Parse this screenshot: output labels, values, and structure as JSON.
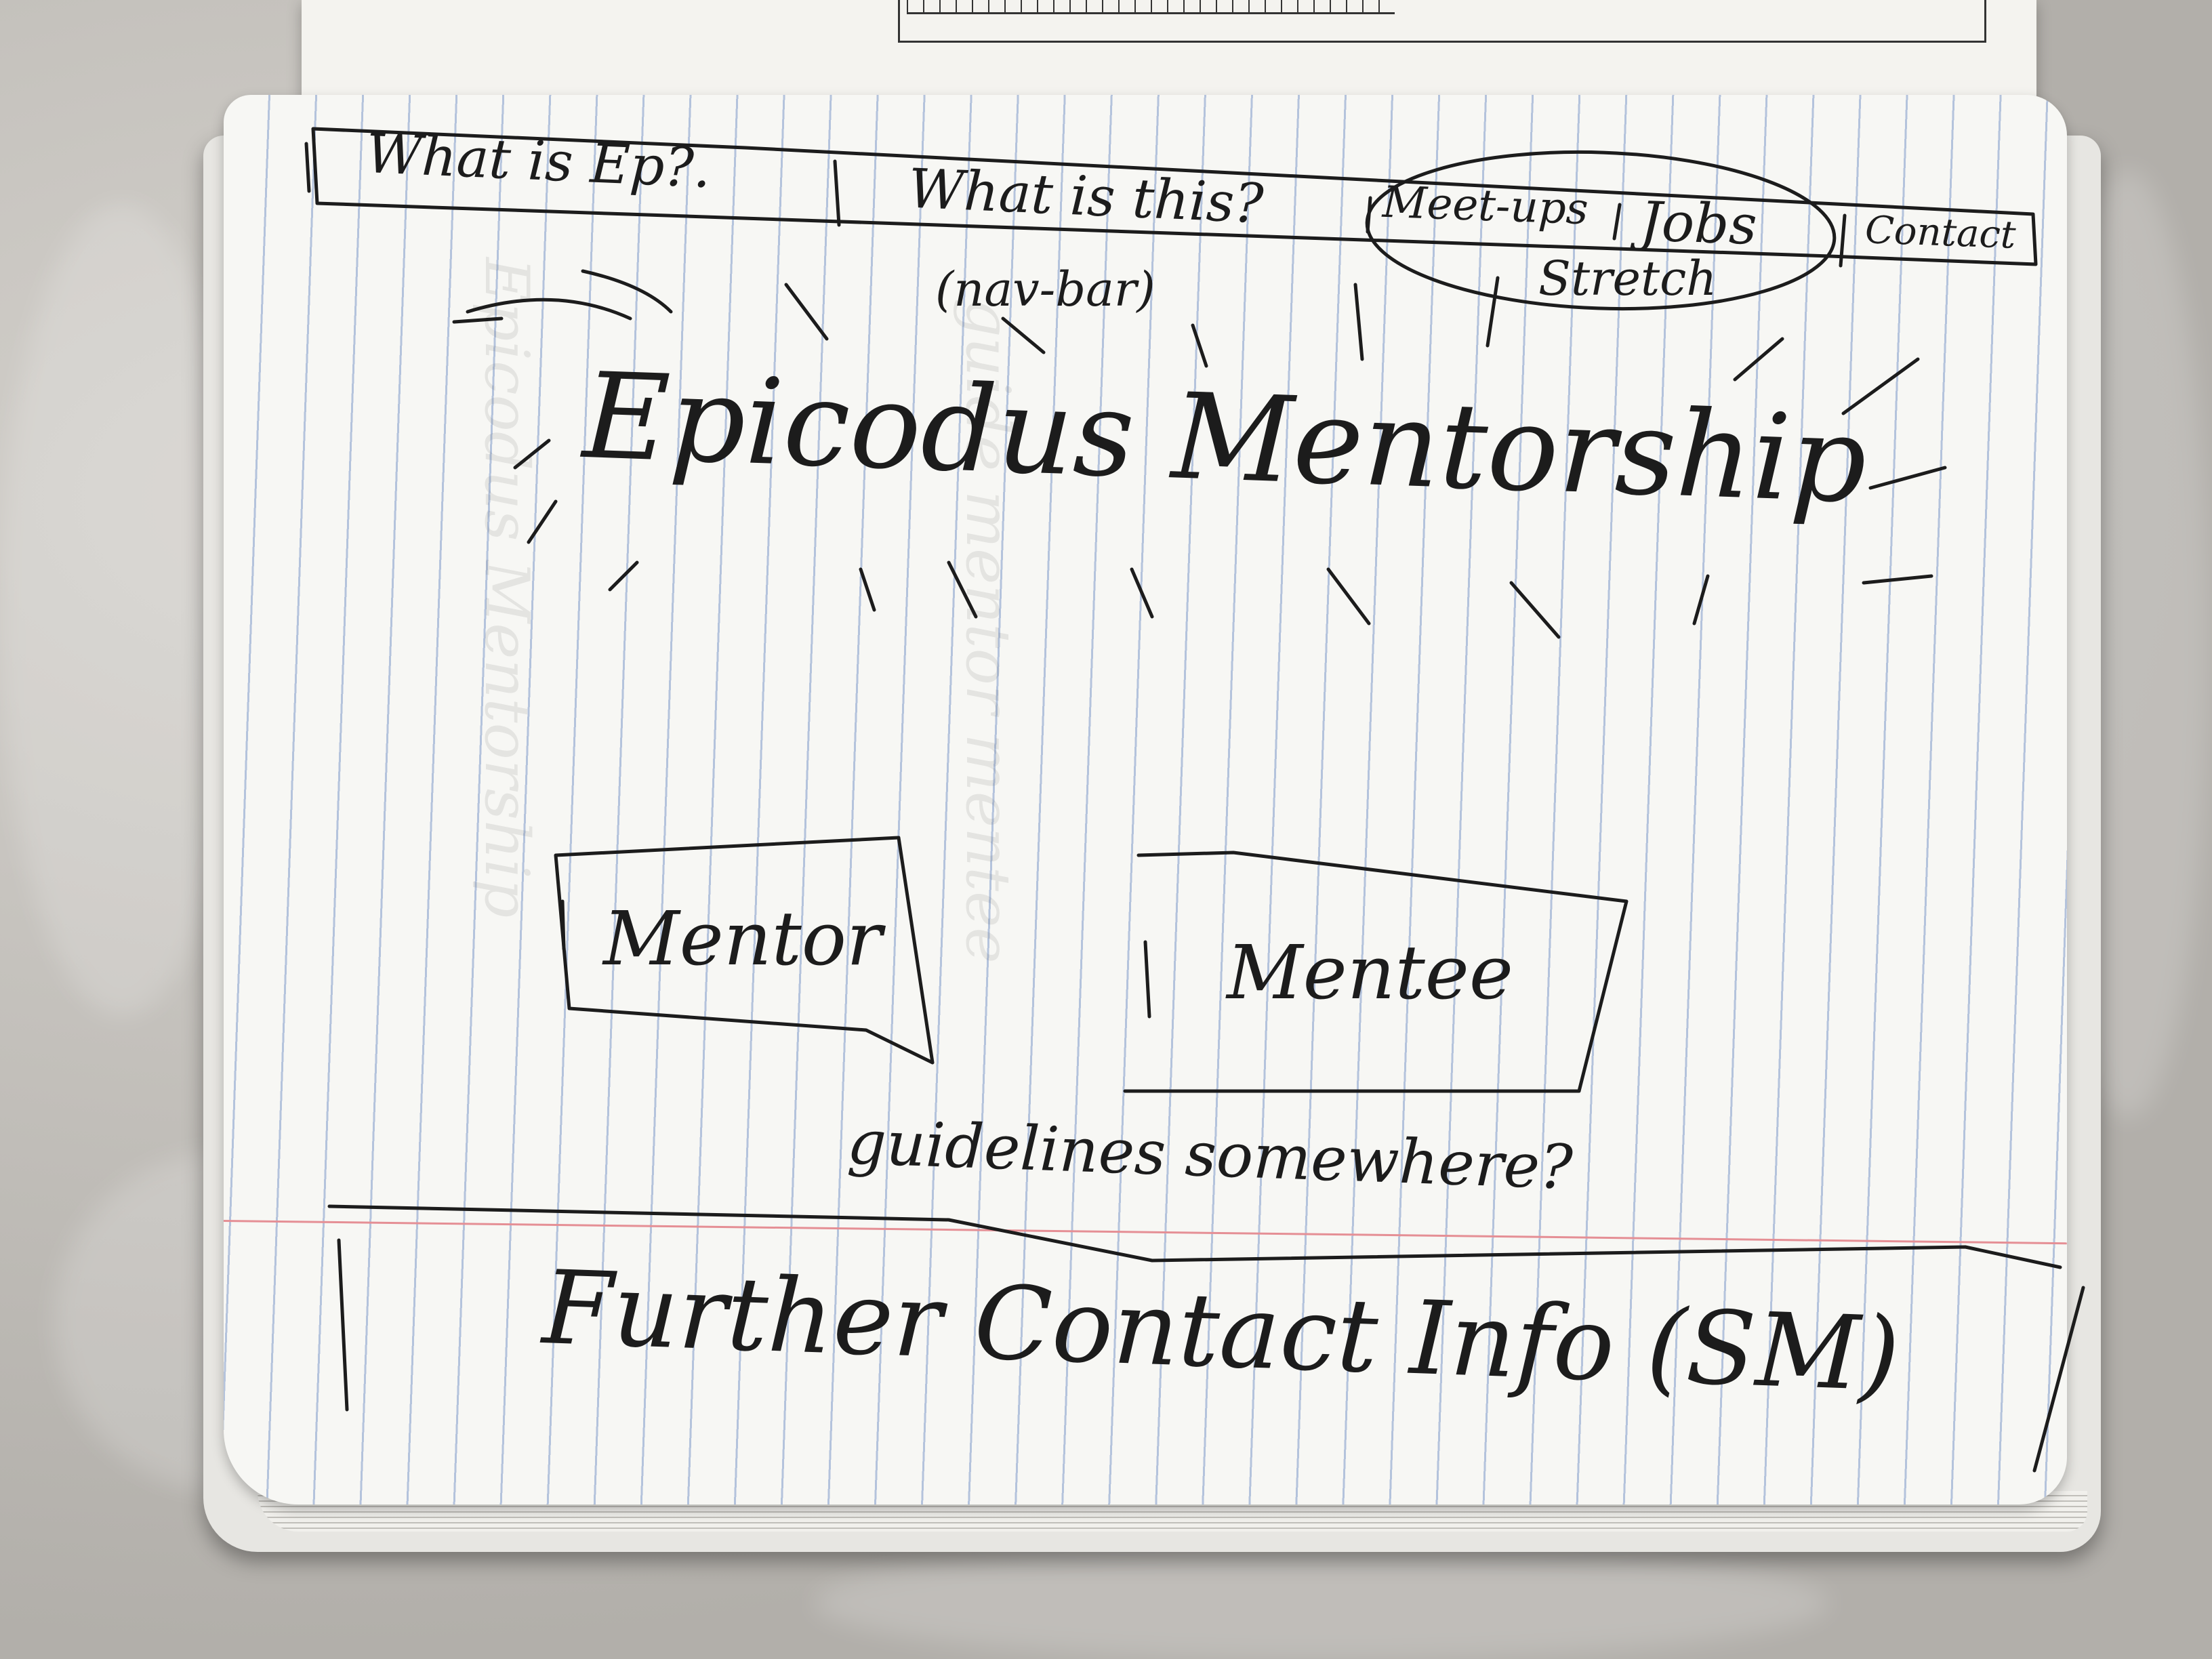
{
  "sketch": {
    "nav": {
      "items": [
        "What is Ep?.",
        "What is this?",
        "Meet-ups",
        "Jobs",
        "Contact"
      ],
      "nav_note": "(nav-bar)",
      "stretch_note": "Stretch"
    },
    "hero_title": "Epicodus Mentorship",
    "buttons": {
      "mentor": "Mentor",
      "mentee": "Mentee"
    },
    "guidelines_note": "guidelines somewhere?",
    "footer": "Further Contact Info (SM)"
  },
  "colors": {
    "ink": "#1c1c1c",
    "paper": "#f7f7f4",
    "rule_lines": "#b4c3dc",
    "margin_line": "#e58f95",
    "blanket": "#bdbab5"
  }
}
